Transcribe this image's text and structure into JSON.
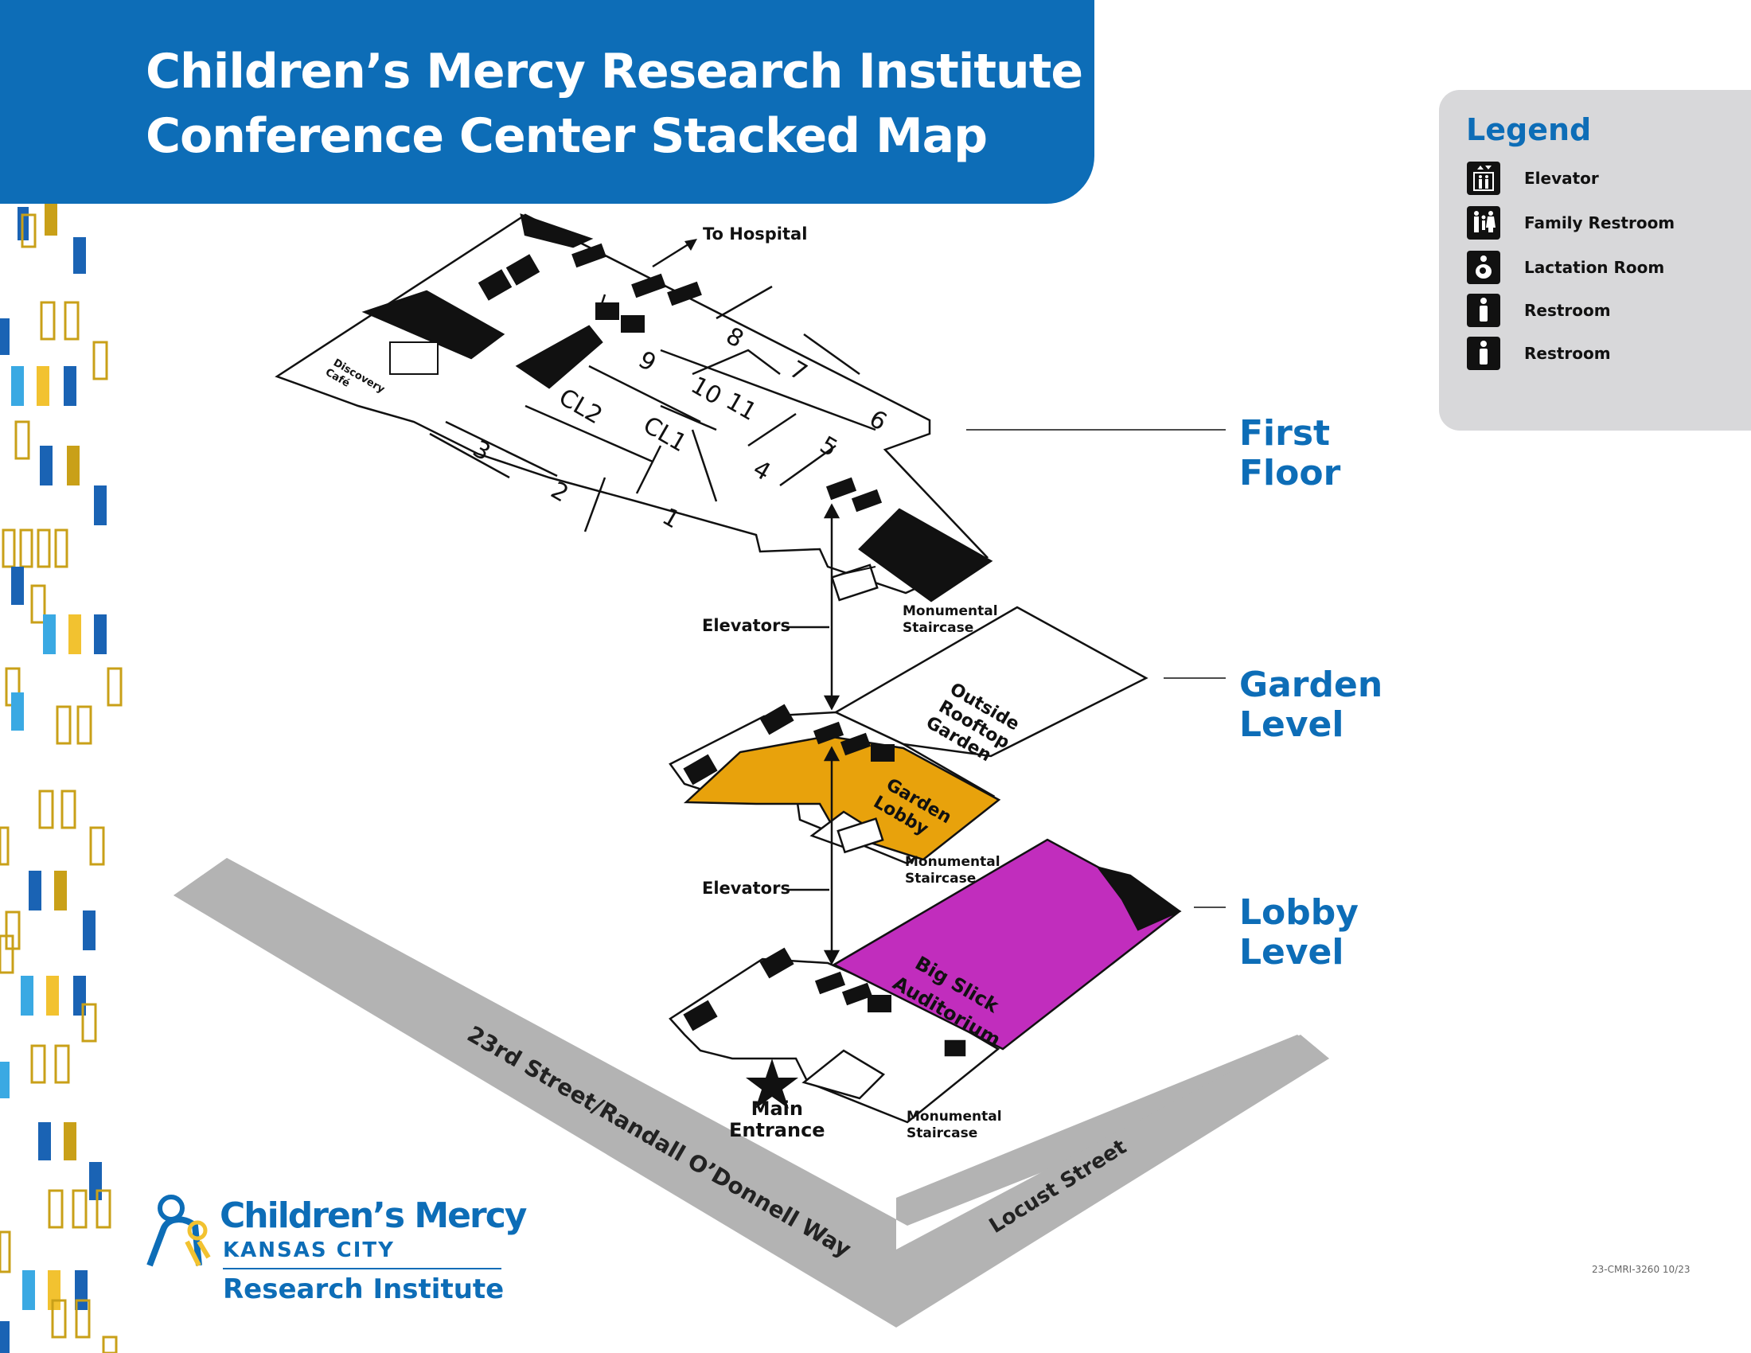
{
  "header": {
    "title_line1": "Children’s Mercy Research Institute",
    "title_line2": "Conference Center Stacked Map"
  },
  "legend": {
    "title": "Legend",
    "items": [
      {
        "icon": "elevator-icon",
        "label": "Elevator"
      },
      {
        "icon": "family-restroom-icon",
        "label": "Family Restroom"
      },
      {
        "icon": "lactation-room-icon",
        "label": "Lactation Room"
      },
      {
        "icon": "restroom-icon",
        "label": "Restroom"
      },
      {
        "icon": "restroom-icon",
        "label": "Restroom"
      }
    ]
  },
  "levels": {
    "first": "First\nFloor",
    "garden": "Garden\nLevel",
    "lobby": "Lobby\nLevel"
  },
  "first_floor": {
    "rooms": [
      "1",
      "2",
      "3",
      "4",
      "5",
      "6",
      "7",
      "8",
      "9",
      "10",
      "11",
      "CL1",
      "CL2"
    ],
    "discovery": "Discovery\nCafé",
    "to_hospital": "To Hospital",
    "staircase": "Monumental\nStaircase"
  },
  "garden_level": {
    "rooftop": "Outside\nRooftop\nGarden",
    "lobby": "Garden\nLobby",
    "staircase": "Monumental\nStaircase"
  },
  "lobby_level": {
    "auditorium": "Big Slick\nAuditorium",
    "main_entrance": "Main\nEntrance",
    "staircase": "Monumental\nStaircase"
  },
  "elevators_label_1": "Elevators",
  "elevators_label_2": "Elevators",
  "streets": {
    "street_23rd": "23rd Street/Randall O’Donnell Way",
    "locust": "Locust Street"
  },
  "logo": {
    "name": "Children’s Mercy",
    "city": "KANSAS CITY",
    "institute": "Research Institute"
  },
  "doc_code": "23-CMRI-3260 10/23",
  "colors": {
    "brand_blue": "#0d6db7",
    "garden_lobby": "#e8a20c",
    "auditorium": "#c12dbd",
    "street": "#b3b3b3",
    "legend_bg": "#d8d8da",
    "deco_blue": "#1a63b4",
    "deco_light_blue": "#3aa9e3",
    "deco_yellow": "#f2c230",
    "deco_gold": "#c9a018"
  }
}
